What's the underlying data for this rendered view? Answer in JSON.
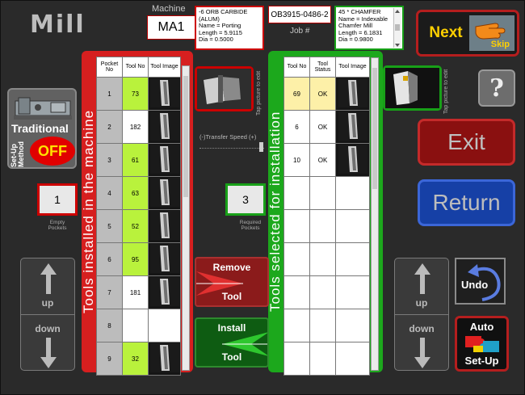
{
  "app": {
    "title": "Mill"
  },
  "header": {
    "machine_label": "Machine",
    "machine_value": "MA1",
    "tool_info_left": [
      "-6 ORB CARBIDE (ALUM)",
      "Name = Porting",
      "Length = 5.9115",
      "Dia = 0.5000"
    ],
    "job_value": "OB3915-0486-2",
    "job_label": "Job #",
    "tool_info_right": [
      "45 * CHAMFER",
      "Name = Indexable",
      "Chamfer Mill",
      "Length = 6.1831",
      "Dia = 0.9800"
    ]
  },
  "buttons": {
    "next": "Next",
    "skip": "Skip",
    "help": "?",
    "exit": "Exit",
    "return": "Return",
    "remove_line1": "Remove",
    "remove_line2": "Tool",
    "install_line1": "Install",
    "install_line2": "Tool",
    "up": "up",
    "down": "down",
    "undo": "Undo",
    "auto_line1": "Auto",
    "auto_line2": "Set-Up"
  },
  "traditional": {
    "title": "Traditional",
    "sub": "Set-Up Method",
    "state": "OFF"
  },
  "counts": {
    "empty_value": "1",
    "empty_label": "Empty Pockets",
    "required_value": "3",
    "required_label": "Required Pockets"
  },
  "transfer_speed_label": "(-)Transfer Speed (+)",
  "tap_label": "Tap picture to edit",
  "installed_panel": {
    "label": "Tools installed in the machine",
    "headers": [
      "Pocket No",
      "Tool No",
      "Tool Image"
    ],
    "rows": [
      {
        "pocket": "1",
        "tool": "73",
        "highlight": "green",
        "has_image": true
      },
      {
        "pocket": "2",
        "tool": "182",
        "highlight": "",
        "has_image": true
      },
      {
        "pocket": "3",
        "tool": "61",
        "highlight": "green",
        "has_image": true
      },
      {
        "pocket": "4",
        "tool": "63",
        "highlight": "green",
        "has_image": true
      },
      {
        "pocket": "5",
        "tool": "52",
        "highlight": "green",
        "has_image": true
      },
      {
        "pocket": "6",
        "tool": "95",
        "highlight": "green",
        "has_image": true
      },
      {
        "pocket": "7",
        "tool": "181",
        "highlight": "",
        "has_image": true
      },
      {
        "pocket": "8",
        "tool": "",
        "highlight": "",
        "has_image": false
      },
      {
        "pocket": "9",
        "tool": "32",
        "highlight": "green",
        "has_image": true
      }
    ]
  },
  "selected_panel": {
    "label": "Tools selected for installation",
    "headers": [
      "Tool No",
      "Tool Status",
      "Tool Image"
    ],
    "rows": [
      {
        "tool": "69",
        "status": "OK",
        "highlight": "yellow",
        "has_image": true
      },
      {
        "tool": "6",
        "status": "OK",
        "highlight": "",
        "has_image": true
      },
      {
        "tool": "10",
        "status": "OK",
        "highlight": "",
        "has_image": true
      },
      {
        "tool": "",
        "status": "",
        "highlight": "",
        "has_image": false
      },
      {
        "tool": "",
        "status": "",
        "highlight": "",
        "has_image": false
      },
      {
        "tool": "",
        "status": "",
        "highlight": "",
        "has_image": false
      },
      {
        "tool": "",
        "status": "",
        "highlight": "",
        "has_image": false
      },
      {
        "tool": "",
        "status": "",
        "highlight": "",
        "has_image": false
      },
      {
        "tool": "",
        "status": "",
        "highlight": "",
        "has_image": false
      }
    ]
  },
  "colors": {
    "red": "#d61f1f",
    "green": "#1ca81c",
    "accent_yellow": "#ffd000",
    "cell_green": "#b9f23c",
    "cell_yellow": "#fdf0a8"
  }
}
